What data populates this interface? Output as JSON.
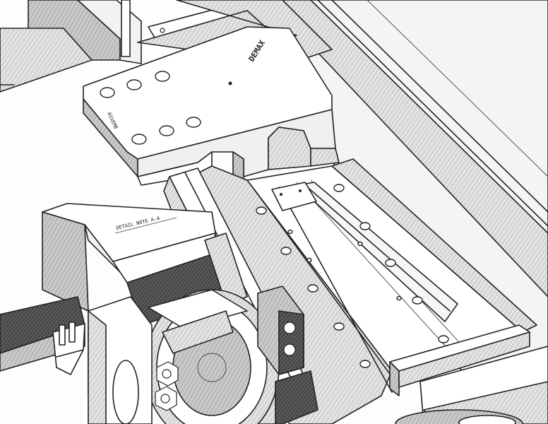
{
  "image": {
    "style": "pencil sketch",
    "palette": {
      "paper": "#fdfdfd",
      "ink": "#222222",
      "shade_light": "#e6e6e6",
      "shade_mid": "#cfcfcf",
      "shade_dark": "#8a8a8a",
      "shade_deep": "#3d3d3d"
    }
  },
  "labels": {
    "brand_plate": "DEMAX",
    "side_tag": "ASSEMB",
    "bracket_text": "DETAIL NOTE A-A"
  },
  "counts": {
    "clamp_holes": 6,
    "rail_holes": 14
  }
}
